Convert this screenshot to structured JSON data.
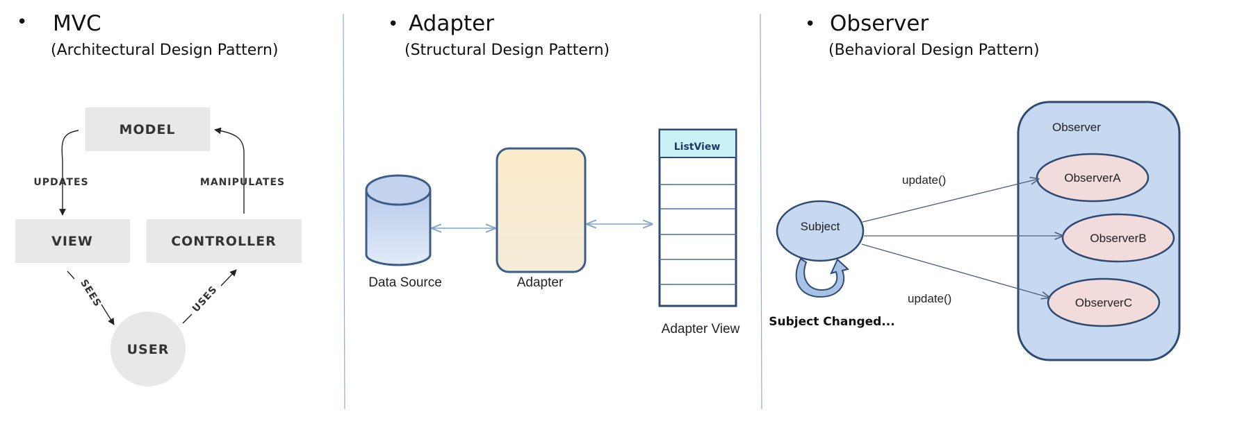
{
  "columns": [
    {
      "bullet": "•",
      "title": "MVC",
      "subtitle": "(Architectural Design Pattern)"
    },
    {
      "bullet": "•",
      "title": "Adapter",
      "subtitle": "(Structural Design Pattern)"
    },
    {
      "bullet": "•",
      "title": "Observer",
      "subtitle": "(Behavioral Design Pattern)"
    }
  ],
  "mvc": {
    "model": "MODEL",
    "view": "VIEW",
    "controller": "CONTROLLER",
    "user": "USER",
    "updates": "UPDATES",
    "manipulates": "MANIPULATES",
    "sees": "SEES",
    "uses": "USES"
  },
  "adapter": {
    "data_source": "Data Source",
    "adapter": "Adapter",
    "list_view": "ListView",
    "adapter_view": "Adapter View"
  },
  "observer": {
    "group": "Observer",
    "subject": "Subject",
    "subject_changed": "Subject Changed...",
    "update_a": "update()",
    "update_c": "update()",
    "observers": [
      "ObserverA",
      "ObserverB",
      "ObserverC"
    ]
  },
  "colors": {
    "mvc_box": "#e8e8e8",
    "divider": "#8aaed6",
    "cylinder": "#c9d7ef",
    "adapter_fill": "#f9ecc9",
    "listview_header": "#c9f1f5",
    "observer_group": "#c6d9f1",
    "observer_node": "#f2dcdb",
    "stroke_blue": "#3c5d8a"
  }
}
